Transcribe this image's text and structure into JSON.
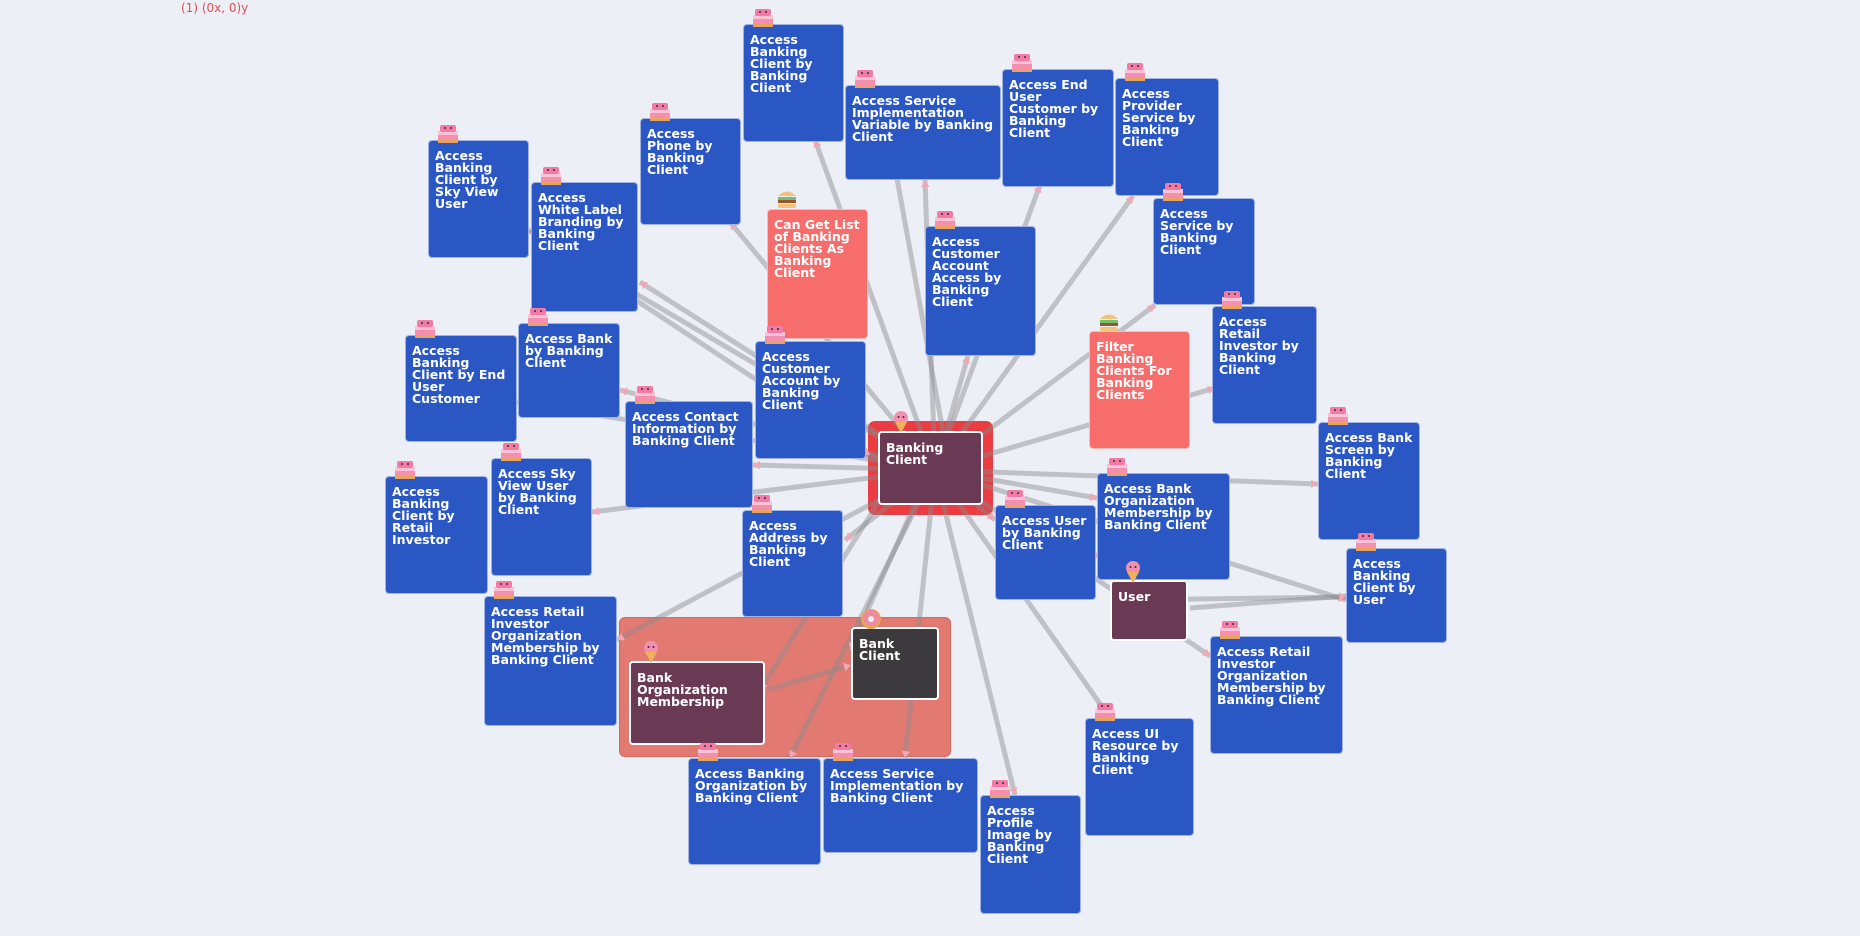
{
  "header": {
    "coordinate_readout": "(1) (0x, 0)y"
  },
  "colors": {
    "background": "#eceff5",
    "access_node": "#2b57c4",
    "query_node": "#f76d6b",
    "entity_node": "#6a3a55",
    "bank_client_node": "#3d3a3e",
    "focus_ring": "#ea3c41",
    "group_area": "#e27a72",
    "edge": "#8a8a8e",
    "arrow": "#f2a7b5"
  },
  "nodes": {
    "banking_client": {
      "label": "Banking Client",
      "icon": "ice-cream-icon"
    },
    "user": {
      "label": "User",
      "icon": "ice-cream-icon"
    },
    "bank_client": {
      "label": "Bank Client",
      "icon": "donut-icon"
    },
    "bank_organization_membership": {
      "label": "Bank Organization Membership",
      "icon": "ice-cream-icon"
    },
    "can_get_list": {
      "label": "Can Get List of Banking Clients As Banking Client",
      "icon": "burger-icon"
    },
    "filter_banking_clients": {
      "label": "Filter Banking Clients For Banking Clients",
      "icon": "burger-icon"
    },
    "access_banking_client_by_banking_client": {
      "label": "Access Banking Client by Banking Client",
      "icon": "cake-icon"
    },
    "access_service_impl_variable": {
      "label": "Access Service Implementation Variable by Banking Client",
      "icon": "cake-icon"
    },
    "access_end_user_customer": {
      "label": "Access End User Customer by Banking Client",
      "icon": "cake-icon"
    },
    "access_provider_service": {
      "label": "Access Provider Service by Banking Client",
      "icon": "cake-icon"
    },
    "access_phone": {
      "label": "Access Phone by Banking Client",
      "icon": "cake-icon"
    },
    "access_banking_client_by_sky_view_user": {
      "label": "Access Banking Client by Sky View User",
      "icon": "cake-icon"
    },
    "access_white_label_branding": {
      "label": "Access White Label Branding by Banking Client",
      "icon": "cake-icon"
    },
    "access_customer_account_access": {
      "label": "Access Customer Account Access by Banking Client",
      "icon": "cake-icon"
    },
    "access_service": {
      "label": "Access Service by Banking Client",
      "icon": "cake-icon"
    },
    "access_retail_investor": {
      "label": "Access Retail Investor by Banking Client",
      "icon": "cake-icon"
    },
    "access_banking_client_by_end_user_customer": {
      "label": "Access Banking Client by End User Customer",
      "icon": "cake-icon"
    },
    "access_bank": {
      "label": "Access Bank by Banking Client",
      "icon": "cake-icon"
    },
    "access_customer_account": {
      "label": "Access Customer Account by Banking Client",
      "icon": "cake-icon"
    },
    "access_contact_information": {
      "label": "Access Contact Information by Banking Client",
      "icon": "cake-icon"
    },
    "access_bank_screen": {
      "label": "Access Bank Screen by Banking Client",
      "icon": "cake-icon"
    },
    "access_bank_organization_membership": {
      "label": "Access Bank Organization Membership by Banking Client",
      "icon": "cake-icon"
    },
    "access_banking_client_by_retail_investor": {
      "label": "Access Banking Client by Retail Investor",
      "icon": "cake-icon"
    },
    "access_sky_view_user": {
      "label": "Access Sky View User by Banking Client",
      "icon": "cake-icon"
    },
    "access_address": {
      "label": "Access Address by Banking Client",
      "icon": "cake-icon"
    },
    "access_user": {
      "label": "Access User by Banking Client",
      "icon": "cake-icon"
    },
    "access_banking_client_by_user": {
      "label": "Access Banking Client by User",
      "icon": "cake-icon"
    },
    "access_retail_investor_org_membership": {
      "label": "Access Retail Investor Organization Membership by Banking Client",
      "icon": "cake-icon"
    },
    "access_retail_investor_org_membership_right": {
      "label": "Access Retail Investor Organization Membership by Banking Client",
      "icon": "cake-icon"
    },
    "access_ui_resource": {
      "label": "Access UI Resource by Banking Client",
      "icon": "cake-icon"
    },
    "access_banking_organization": {
      "label": "Access Banking Organization by Banking Client",
      "icon": "cake-icon"
    },
    "access_service_implementation": {
      "label": "Access Service Implementation by Banking Client",
      "icon": "cake-icon"
    },
    "access_profile_image": {
      "label": "Access Profile Image by Banking Client",
      "icon": "cake-icon"
    }
  }
}
